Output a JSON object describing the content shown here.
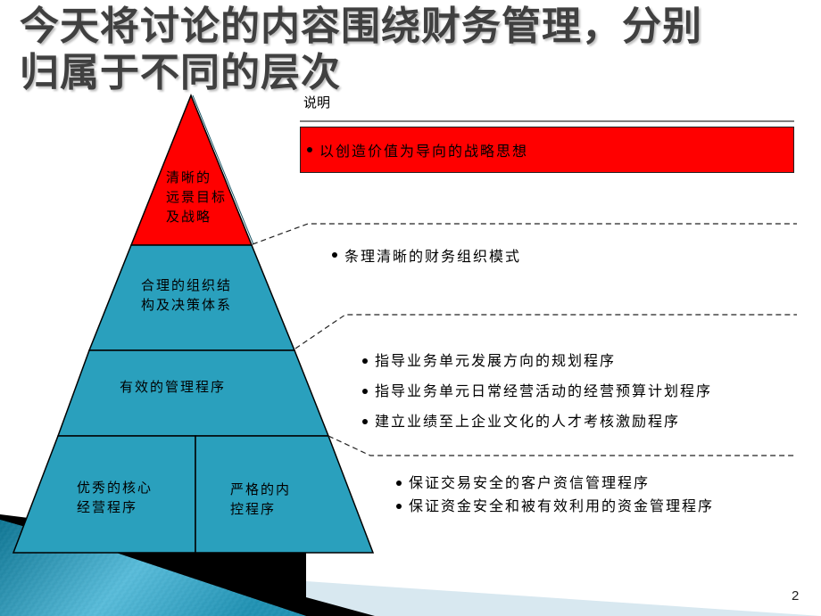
{
  "slide": {
    "title_lines": [
      "今天将讨论的内容围绕财务管理，分别",
      "归属于不同的层次"
    ],
    "page_number": "2",
    "colors": {
      "title": "#404040",
      "apex_red": "#ff0000",
      "layer_teal": "#2aa0bd",
      "outline": "#000000",
      "deco_teal_dark": "#0b6f8c",
      "deco_teal_light": "#5fbfdc",
      "deco_pale": "#d8e8f0"
    }
  },
  "pyramid": {
    "layers": [
      {
        "lines": [
          "清晰的",
          "远景目标",
          "及战略"
        ],
        "color": "#ff0000"
      },
      {
        "lines": [
          "合理的组织结",
          "构及决策体系"
        ],
        "color": "#2aa0bd"
      },
      {
        "lines": [
          "有效的管理程序"
        ],
        "color": "#2aa0bd"
      },
      {
        "lines": [
          "优秀的核心",
          "经营程序"
        ],
        "color": "#2aa0bd"
      },
      {
        "lines": [
          "严格的内",
          "控程序"
        ],
        "color": "#2aa0bd"
      }
    ]
  },
  "notes": {
    "header": "说明",
    "groups": [
      {
        "items": [
          "以创造价值为导向的战略思想"
        ],
        "highlight": true
      },
      {
        "items": [
          "条理清晰的财务组织模式"
        ]
      },
      {
        "items": [
          "指导业务单元发展方向的规划程序",
          "指导业务单元日常经营活动的经营预算计划程序",
          "建立业绩至上企业文化的人才考核激励程序"
        ]
      },
      {
        "items": [
          "保证交易安全的客户资信管理程序",
          "保证资金安全和被有效利用的资金管理程序"
        ]
      }
    ]
  }
}
